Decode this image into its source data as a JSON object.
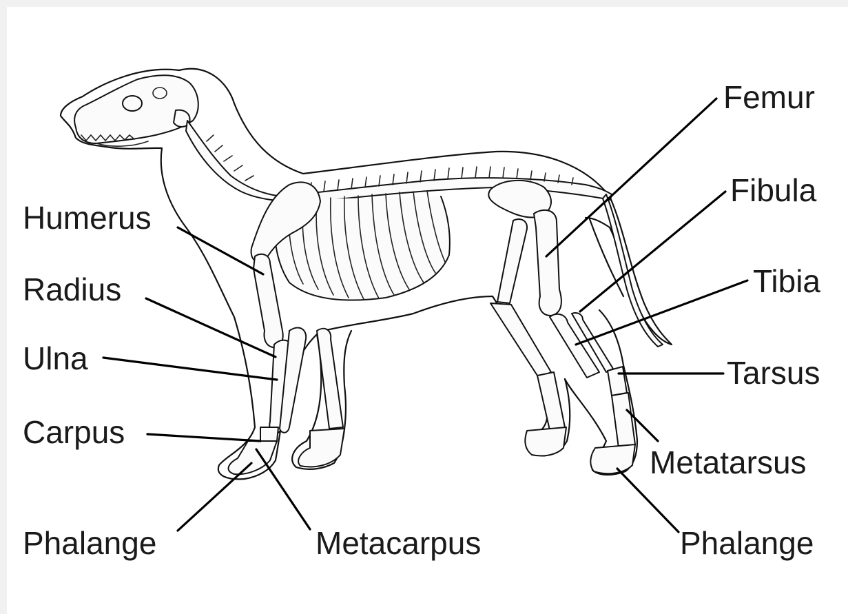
{
  "labels": {
    "humerus": "Humerus",
    "radius": "Radius",
    "ulna": "Ulna",
    "carpus": "Carpus",
    "phalange_front": "Phalange",
    "metacarpus": "Metacarpus",
    "femur": "Femur",
    "fibula": "Fibula",
    "tibia": "Tibia",
    "tarsus": "Tarsus",
    "metatarsus": "Metatarsus",
    "phalange_hind": "Phalange"
  }
}
